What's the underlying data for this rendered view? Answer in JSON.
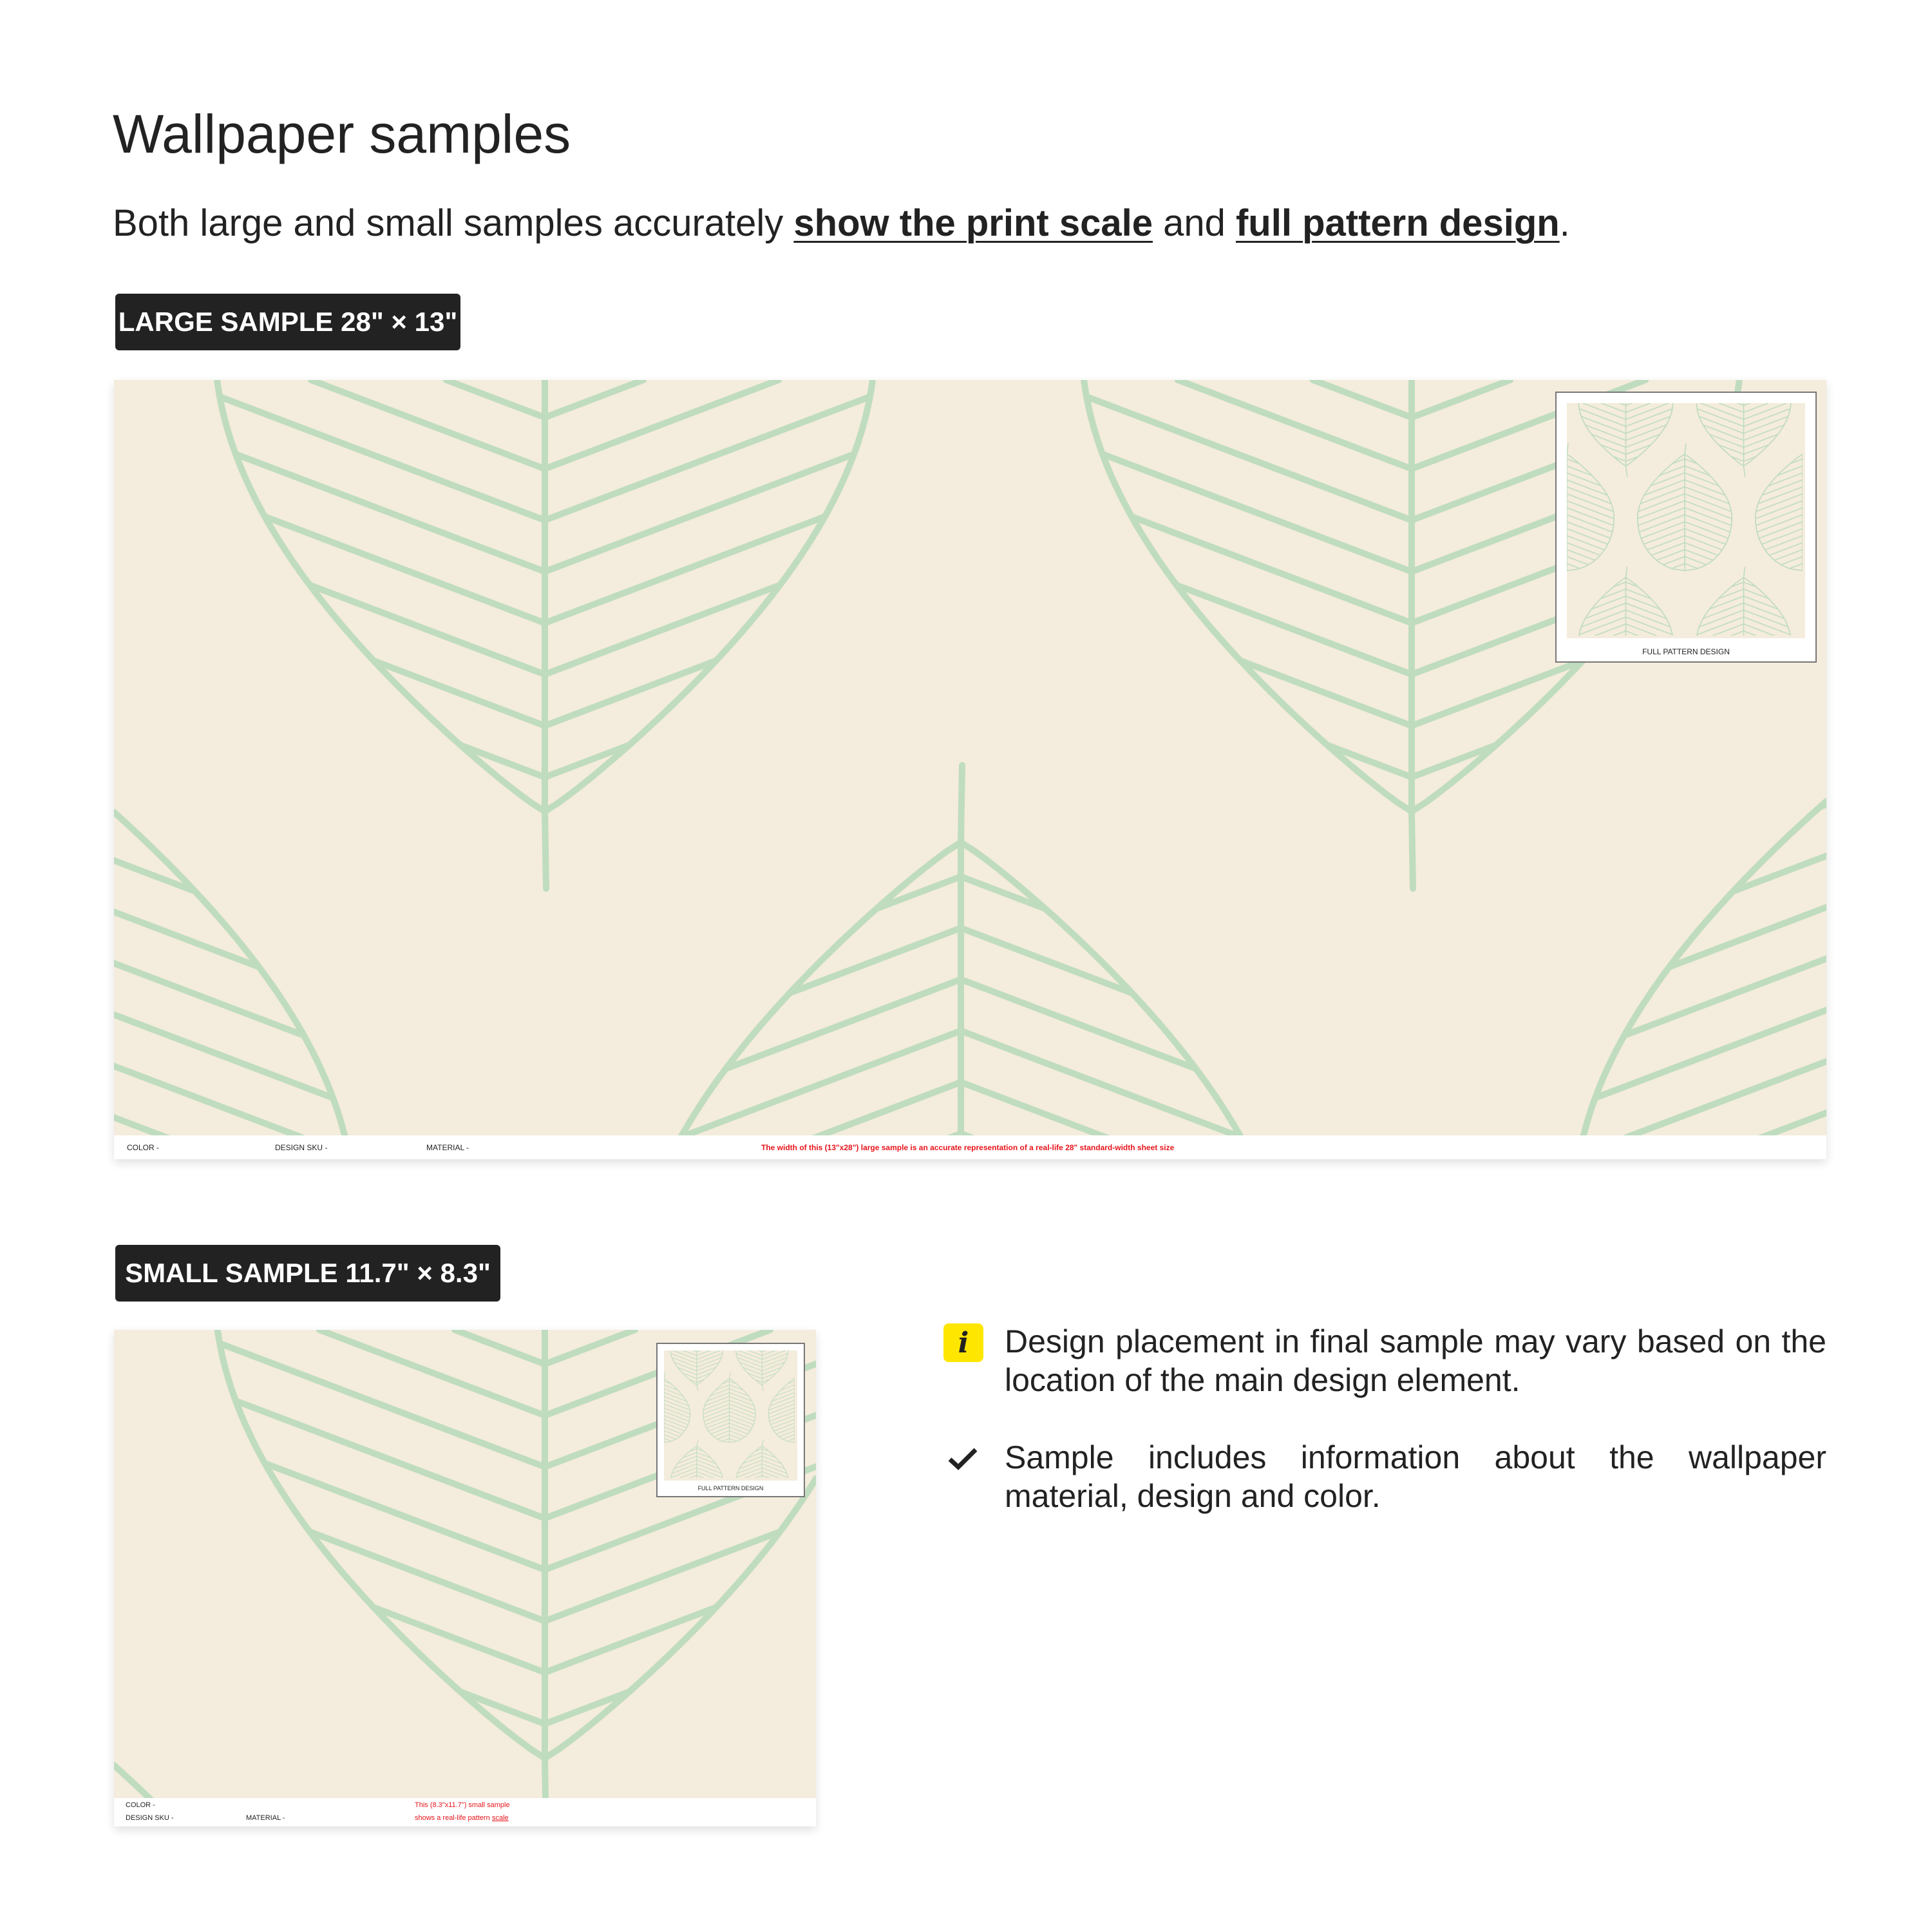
{
  "title": "Wallpaper samples",
  "subtitle": {
    "part1": "Both large and small samples accurately ",
    "link1": "show the print scale",
    "part2": " and ",
    "link2": "full pattern design",
    "part3": "."
  },
  "large_sample": {
    "badge": "LARGE SAMPLE 28\" × 13\"",
    "inset_caption": "FULL PATTERN DESIGN",
    "footer": {
      "color": "COLOR -",
      "sku": "DESIGN SKU -",
      "material": "MATERIAL -",
      "note": "The width of this (13\"x28\") large sample is an accurate representation of a real-life 28\" standard-width sheet size"
    }
  },
  "small_sample": {
    "badge": "SMALL SAMPLE 11.7\" × 8.3\"",
    "inset_caption": "FULL PATTERN DESIGN",
    "footer": {
      "color": "COLOR -",
      "sku": "DESIGN SKU -",
      "material": "MATERIAL -",
      "note_line1": "This (8.3\"x11.7\") small sample",
      "note_line2": "shows a real-life pattern ",
      "note_link": "scale"
    }
  },
  "notes": [
    {
      "icon": "info-icon",
      "text": "Design placement in final sample may vary based on the location of the main design element."
    },
    {
      "icon": "check-icon",
      "text": "Sample includes information about the wallpaper material, design and color."
    }
  ],
  "colors": {
    "background": "#f4ecdc",
    "leaf": "#bfdcbf",
    "badge": "#222222",
    "info": "#ffe600",
    "warning_text": "#e8141b"
  }
}
